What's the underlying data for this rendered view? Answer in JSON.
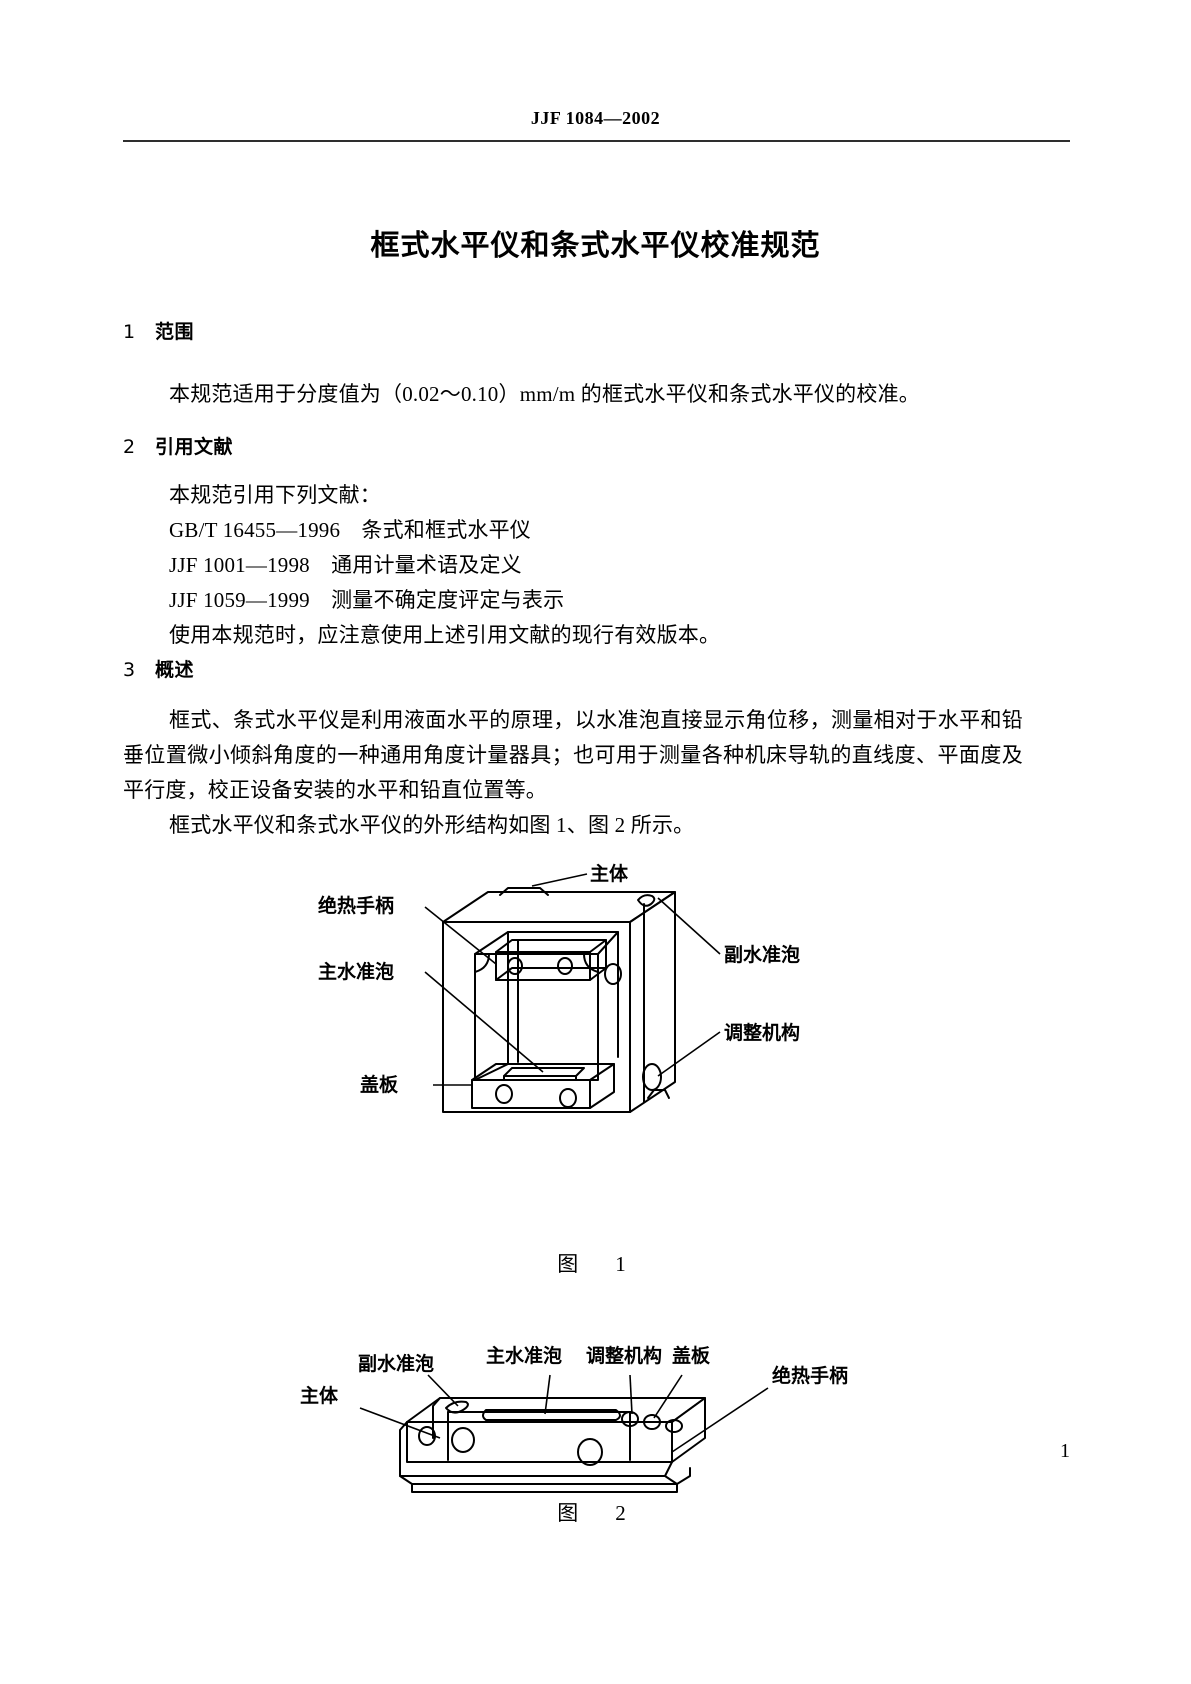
{
  "header": {
    "running_head": "JJF 1084—2002"
  },
  "title": "框式水平仪和条式水平仪校准规范",
  "sections": [
    {
      "number": "1",
      "heading": "范围",
      "paragraphs": [
        "本规范适用于分度值为（0.02～0.10）mm/m 的框式水平仪和条式水平仪的校准。"
      ]
    },
    {
      "number": "2",
      "heading": "引用文献",
      "paragraphs": [
        "本规范引用下列文献：",
        "GB/T 16455—1996　条式和框式水平仪",
        "JJF 1001—1998　通用计量术语及定义",
        "JJF 1059—1999　测量不确定度评定与表示",
        "使用本规范时，应注意使用上述引用文献的现行有效版本。"
      ]
    },
    {
      "number": "3",
      "heading": "概述",
      "paragraphs": [
        "框式、条式水平仪是利用液面水平的原理，以水准泡直接显示角位移，测量相对于水平和铅垂位置微小倾斜角度的一种通用角度计量器具；也可用于测量各种机床导轨的直线度、平面度及平行度，校正设备安装的水平和铅直位置等。",
        "框式水平仪和条式水平仪的外形结构如图 1、图 2 所示。"
      ]
    }
  ],
  "figures": [
    {
      "id": "figure-1",
      "caption": "图　1",
      "labels": {
        "body": "主体",
        "insulated_handle": "绝热手柄",
        "main_vial": "主水准泡",
        "cover_plate": "盖板",
        "auxiliary_vial": "副水准泡",
        "adjusting_mechanism": "调整机构"
      }
    },
    {
      "id": "figure-2",
      "caption": "图　2",
      "labels": {
        "auxiliary_vial": "副水准泡",
        "main_vial": "主水准泡",
        "adjusting_mechanism": "调整机构",
        "cover_plate": "盖板",
        "insulated_handle": "绝热手柄",
        "body": "主体"
      }
    }
  ],
  "footer": {
    "page_number": "1"
  }
}
